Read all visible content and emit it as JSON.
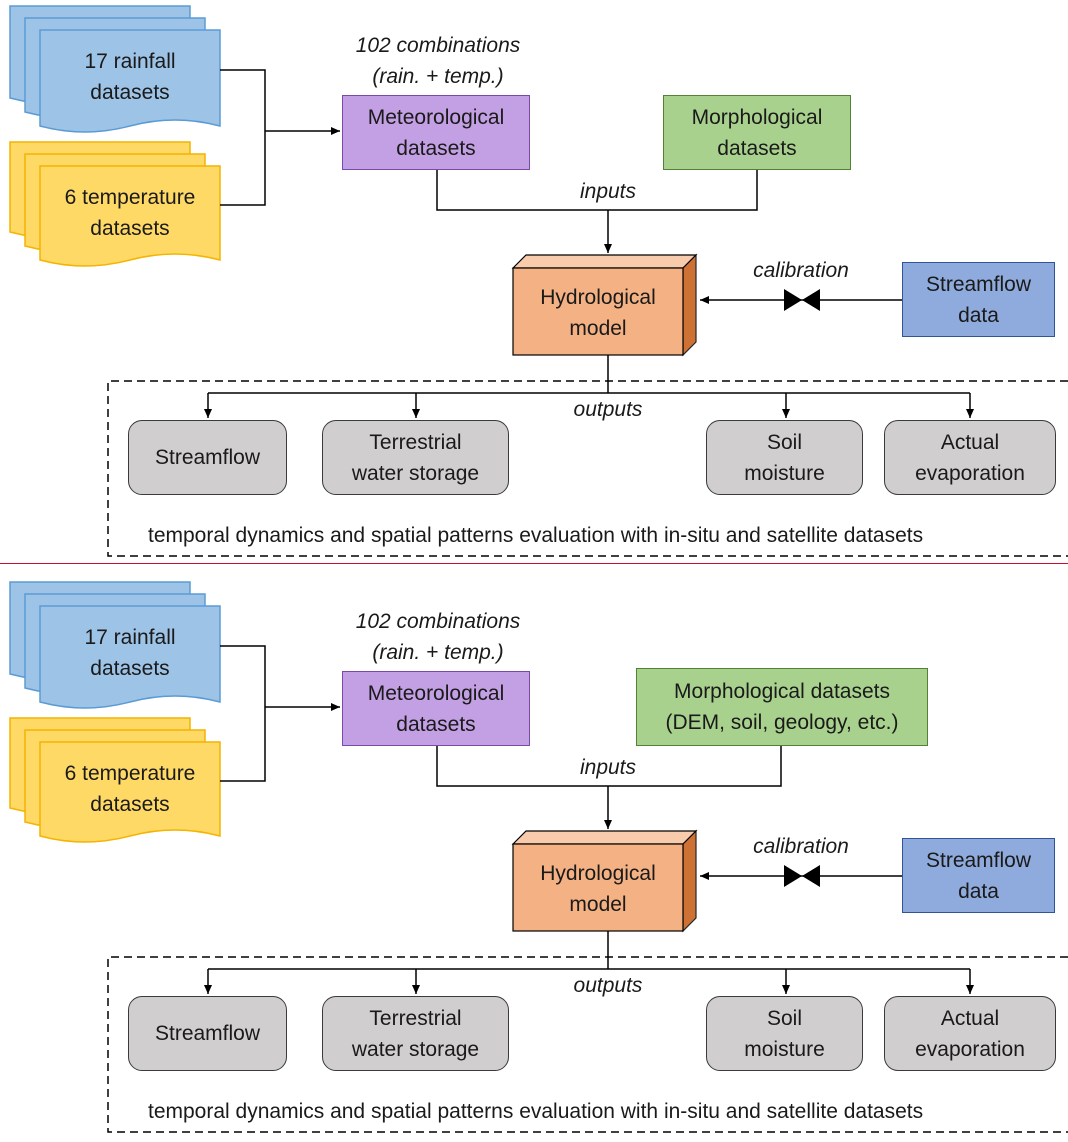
{
  "panels": [
    {
      "rainfall": "17 rainfall\ndatasets",
      "temperature": "6 temperature\ndatasets",
      "combinations": "102 combinations\n(rain. + temp.)",
      "meteorological": "Meteorological\ndatasets",
      "morphological": "Morphological\ndatasets",
      "inputs": "inputs",
      "hydrological": "Hydrological\nmodel",
      "calibration": "calibration",
      "streamflow_data": "Streamflow\ndata",
      "outputs": "outputs",
      "out_streamflow": "Streamflow",
      "out_tws": "Terrestrial\nwater storage",
      "out_soil": "Soil\nmoisture",
      "out_evap": "Actual\nevaporation",
      "evaluation": "temporal dynamics and spatial patterns evaluation with in-situ and satellite datasets"
    },
    {
      "rainfall": "17 rainfall\ndatasets",
      "temperature": "6 temperature\ndatasets",
      "combinations": "102 combinations\n(rain. + temp.)",
      "meteorological": "Meteorological\ndatasets",
      "morphological": "Morphological datasets\n(DEM, soil, geology, etc.)",
      "inputs": "inputs",
      "hydrological": "Hydrological\nmodel",
      "calibration": "calibration",
      "streamflow_data": "Streamflow\ndata",
      "outputs": "outputs",
      "out_streamflow": "Streamflow",
      "out_tws": "Terrestrial\nwater storage",
      "out_soil": "Soil\nmoisture",
      "out_evap": "Actual\nevaporation",
      "evaluation": "temporal dynamics and spatial patterns evaluation with in-situ and satellite datasets"
    }
  ],
  "colors": {
    "rainfall_fill": "#9dc3e6",
    "rainfall_stroke": "#5b9bd5",
    "temperature_fill": "#ffd966",
    "temperature_stroke": "#f4b400",
    "meteorological": "#c39fe3",
    "morphological": "#a9d18e",
    "hydrological": "#f4b183",
    "streamflow_data": "#8faadc",
    "outputs": "#d0cece",
    "separator": "#c8102e"
  }
}
